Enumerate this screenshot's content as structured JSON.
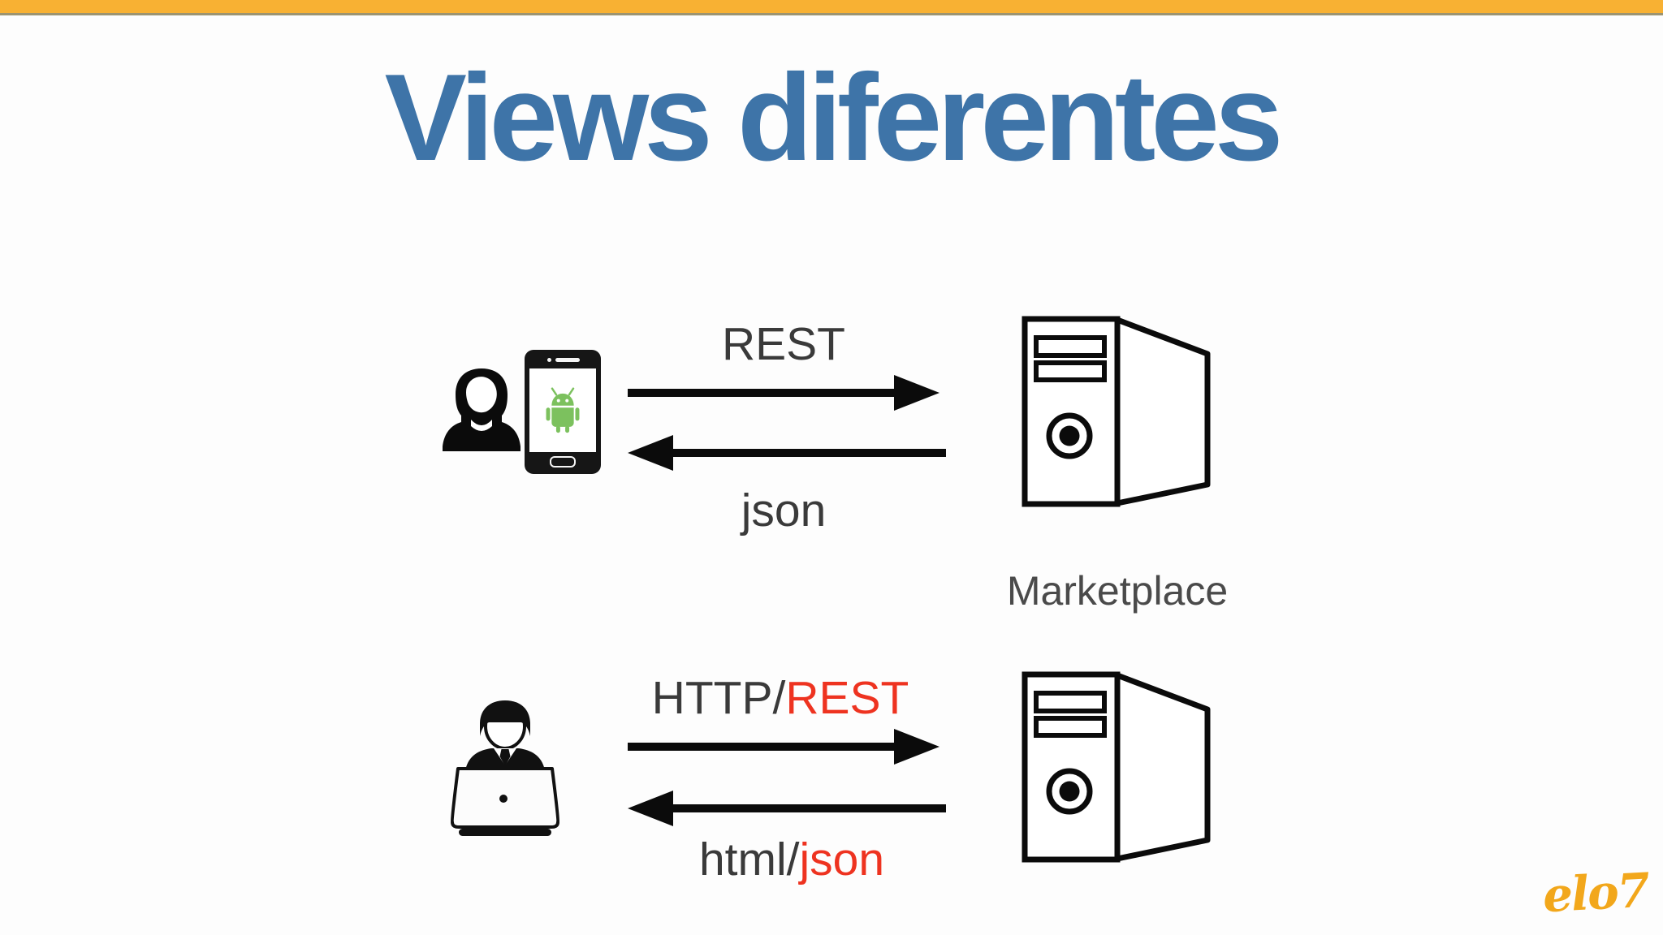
{
  "slide": {
    "title": "Views diferentes",
    "title_color": "#3E74A8",
    "background": "#FDFDFD",
    "top_bar_color": "#F8B133",
    "top_bar_edge_color": "#9C9471",
    "logo": "elo7",
    "logo_color": "#F2A71B"
  },
  "diagram": {
    "server_label": "Marketplace",
    "label_color": "#4A4A4A",
    "text_color": "#3A3A3A",
    "accent_red": "#EE3320",
    "android_green": "#7CC15E",
    "icon_black": "#0B0B0B",
    "flows": [
      {
        "client": "android-mobile-user",
        "client_icons": [
          "woman-user-icon",
          "android-phone-icon",
          "android-robot-icon"
        ],
        "server_icon": "server-tower-icon",
        "request": [
          {
            "text": "REST",
            "color": "#3A3A3A"
          }
        ],
        "response": [
          {
            "text": "json",
            "color": "#3A3A3A"
          }
        ]
      },
      {
        "client": "desktop-browser-user",
        "client_icons": [
          "person-laptop-icon"
        ],
        "server_icon": "server-tower-icon",
        "request": [
          {
            "text": "HTTP/",
            "color": "#3A3A3A"
          },
          {
            "text": "REST",
            "color": "#EE3320"
          }
        ],
        "response": [
          {
            "text": "html/",
            "color": "#3A3A3A"
          },
          {
            "text": "json",
            "color": "#EE3320"
          }
        ]
      }
    ]
  }
}
